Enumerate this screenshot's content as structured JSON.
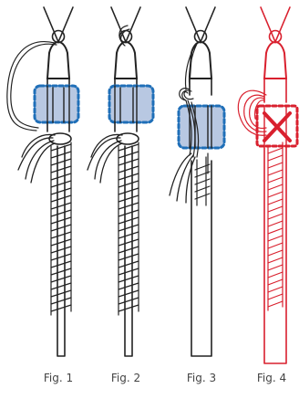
{
  "colors": {
    "rope": "#222222",
    "highlight_fill": "#b8c8e2",
    "highlight_border": "#1f6fb8",
    "incorrect": "#d9202e"
  },
  "figures": [
    {
      "label": "Fig. 1",
      "state": "correct"
    },
    {
      "label": "Fig. 2",
      "state": "correct"
    },
    {
      "label": "Fig. 3",
      "state": "correct"
    },
    {
      "label": "Fig. 4",
      "state": "incorrect"
    }
  ]
}
